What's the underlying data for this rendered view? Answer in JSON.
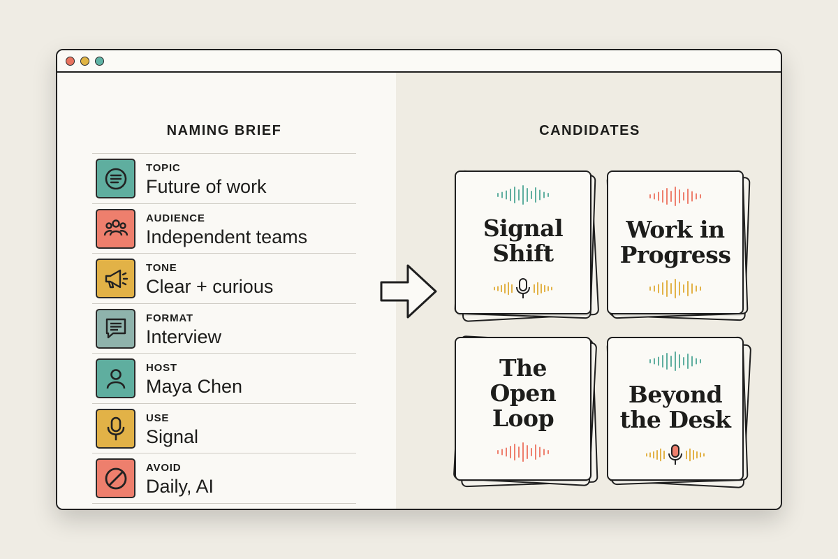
{
  "window": {
    "controls": [
      "close",
      "minimize",
      "maximize"
    ],
    "colors": {
      "close": "#e8735f",
      "minimize": "#e0b444",
      "maximize": "#5fb3a5"
    }
  },
  "brief": {
    "title": "NAMING BRIEF",
    "items": [
      {
        "label": "TOPIC",
        "value": "Future of work",
        "icon": "list-circle-icon",
        "color": "#5fae9f"
      },
      {
        "label": "AUDIENCE",
        "value": "Independent teams",
        "icon": "people-icon",
        "color": "#ee7f6d"
      },
      {
        "label": "TONE",
        "value": "Clear + curious",
        "icon": "megaphone-icon",
        "color": "#e2b247"
      },
      {
        "label": "FORMAT",
        "value": "Interview",
        "icon": "chat-icon",
        "color": "#8fb3ac"
      },
      {
        "label": "HOST",
        "value": "Maya Chen",
        "icon": "person-icon",
        "color": "#5fae9f"
      },
      {
        "label": "USE",
        "value": "Signal",
        "icon": "microphone-icon",
        "color": "#e2b247"
      },
      {
        "label": "AVOID",
        "value": "Daily, AI",
        "icon": "prohibited-icon",
        "color": "#ee7f6d"
      }
    ]
  },
  "flow_icon": "arrow-right-icon",
  "candidates": {
    "title": "CANDIDATES",
    "cards": [
      {
        "title_lines": [
          "Signal",
          "Shift"
        ],
        "top_wave_color": "#5fae9f",
        "bottom": "wave-with-mic",
        "bottom_color": "#e2b247"
      },
      {
        "title_lines": [
          "Work in",
          "Progress"
        ],
        "top_wave_color": "#ee7f6d",
        "bottom": "wave",
        "bottom_color": "#e2b247"
      },
      {
        "title_lines": [
          "The",
          "Open",
          "Loop"
        ],
        "top_wave_color": null,
        "bottom": "wave",
        "bottom_color": "#ee7f6d"
      },
      {
        "title_lines": [
          "Beyond",
          "the Desk"
        ],
        "top_wave_color": "#5fae9f",
        "bottom": "wave-with-mic",
        "bottom_color": "#e2b247",
        "mic_color": "#ee7f6d"
      }
    ]
  }
}
